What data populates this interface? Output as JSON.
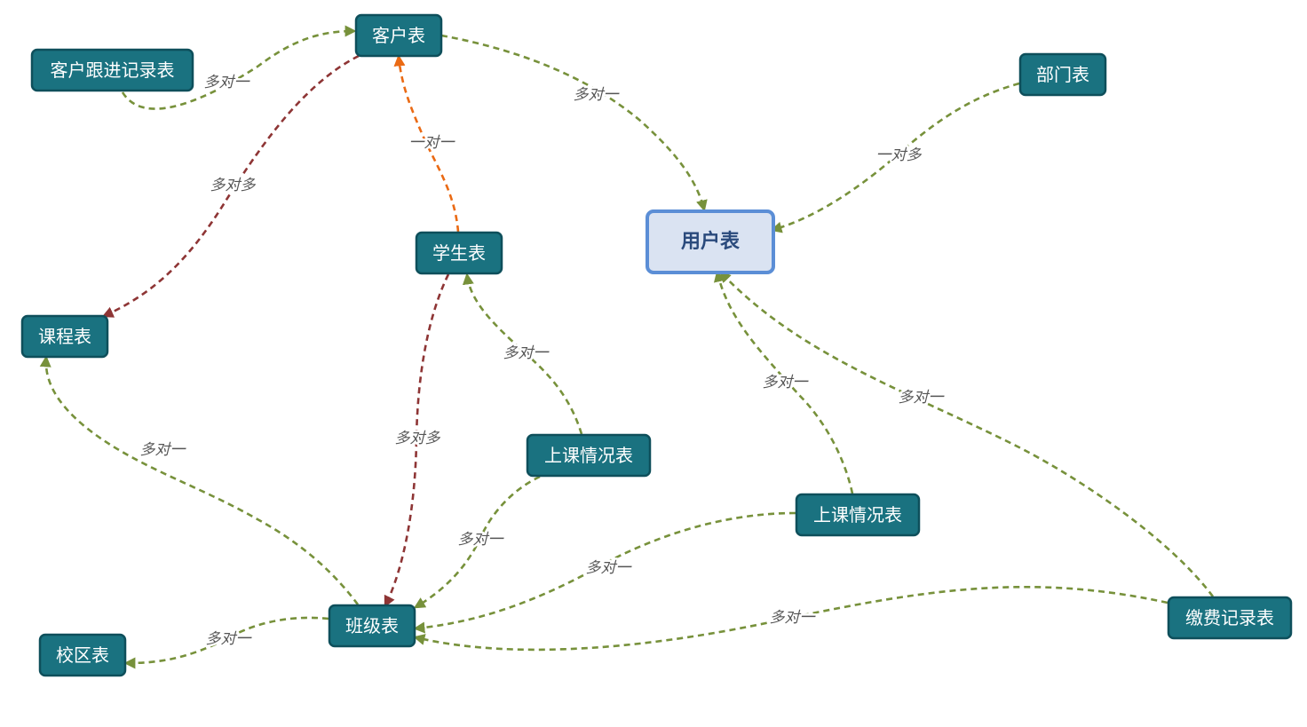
{
  "colors": {
    "node_fill": "#1a7280",
    "node_border": "#0e4f5b",
    "center_fill": "#dae3f2",
    "center_border": "#5b8ed6",
    "many_to_one": "#77913b",
    "many_to_many": "#8e3535",
    "one_to_one": "#ea6a14"
  },
  "nodes": [
    {
      "id": "customer",
      "label": "客户表"
    },
    {
      "id": "followup",
      "label": "客户跟进记录表"
    },
    {
      "id": "dept",
      "label": "部门表"
    },
    {
      "id": "user",
      "label": "用户表",
      "central": true
    },
    {
      "id": "student",
      "label": "学生表"
    },
    {
      "id": "course",
      "label": "课程表"
    },
    {
      "id": "attend1",
      "label": "上课情况表"
    },
    {
      "id": "attend2",
      "label": "上课情况表"
    },
    {
      "id": "clazz",
      "label": "班级表"
    },
    {
      "id": "campus",
      "label": "校区表"
    },
    {
      "id": "payment",
      "label": "缴费记录表"
    }
  ],
  "edges": [
    {
      "from": "followup",
      "to": "customer",
      "label": "多对一",
      "kind": "many_to_one"
    },
    {
      "from": "customer",
      "to": "user",
      "label": "多对一",
      "kind": "many_to_one"
    },
    {
      "from": "customer",
      "to": "course",
      "label": "多对多",
      "kind": "many_to_many"
    },
    {
      "from": "student",
      "to": "customer",
      "label": "一对一",
      "kind": "one_to_one"
    },
    {
      "from": "dept",
      "to": "user",
      "label": "一对多",
      "kind": "many_to_one"
    },
    {
      "from": "student",
      "to": "clazz",
      "label": "多对多",
      "kind": "many_to_many"
    },
    {
      "from": "attend1",
      "to": "student",
      "label": "多对一",
      "kind": "many_to_one"
    },
    {
      "from": "attend1",
      "to": "clazz",
      "label": "多对一",
      "kind": "many_to_one"
    },
    {
      "from": "attend2",
      "to": "user",
      "label": "多对一",
      "kind": "many_to_one"
    },
    {
      "from": "attend2",
      "to": "clazz",
      "label": "多对一",
      "kind": "many_to_one"
    },
    {
      "from": "payment",
      "to": "user",
      "label": "多对一",
      "kind": "many_to_one"
    },
    {
      "from": "payment",
      "to": "clazz",
      "label": "多对一",
      "kind": "many_to_one"
    },
    {
      "from": "clazz",
      "to": "course",
      "label": "多对一",
      "kind": "many_to_one"
    },
    {
      "from": "clazz",
      "to": "campus",
      "label": "多对一",
      "kind": "many_to_one"
    }
  ]
}
